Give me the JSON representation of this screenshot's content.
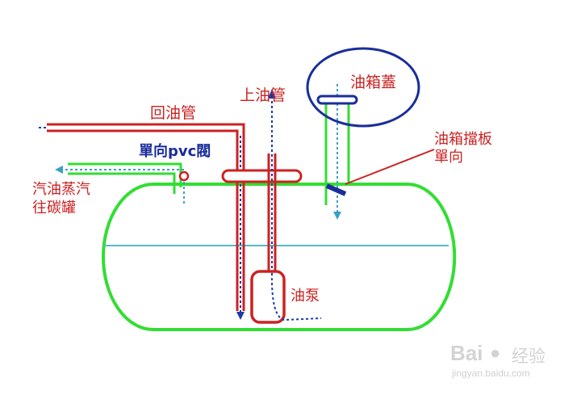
{
  "labels": {
    "return_pipe": "回油管",
    "check_valve": "單向pvc閥",
    "vapor_line1": "汽油蒸汽",
    "vapor_line2": "往碳罐",
    "supply_pipe": "上油管",
    "fuel_cap": "油箱蓋",
    "baffle_line1": "油箱擋板",
    "baffle_line2": "單向",
    "fuel_pump": "油泵"
  },
  "watermark": {
    "brand": "Bai",
    "brand_cn": "经验",
    "url": "jingyan.baidu.com"
  },
  "colors": {
    "tank": "#33dd33",
    "pipe_red": "#cc2222",
    "flow_blue": "#1a3aa8",
    "fuel_level": "#57b8c8",
    "arrow_cyan": "#3aa0c8",
    "label_red": "#cc2222",
    "label_blue": "#1a2e9a"
  }
}
